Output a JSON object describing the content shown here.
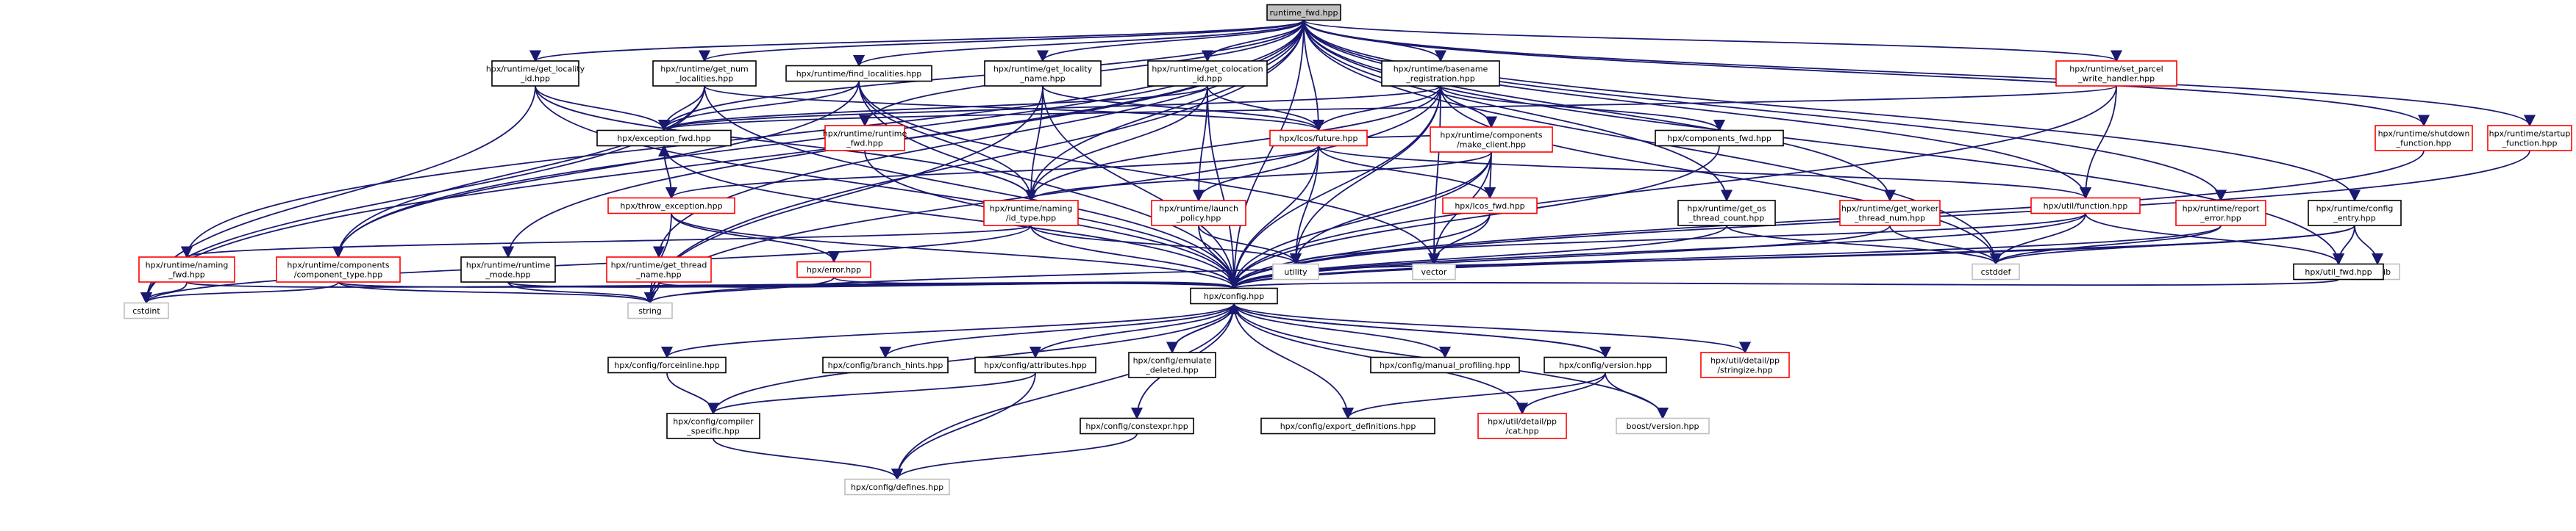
{
  "colors": {
    "edge": "#191970",
    "box_black": "#000000",
    "box_red": "#ff0000",
    "box_gray": "#bfbfbf",
    "root_fill": "#bfbfbf",
    "node_fill": "#ffffff"
  },
  "nodes": [
    {
      "id": "runtime_fwd",
      "lines": [
        "runtime_fwd.hpp"
      ],
      "kind": "root"
    },
    {
      "id": "get_locality_id",
      "lines": [
        "hpx/runtime/get_locality",
        "_id.hpp"
      ],
      "kind": "black"
    },
    {
      "id": "get_num_localities",
      "lines": [
        "hpx/runtime/get_num",
        "_localities.hpp"
      ],
      "kind": "black"
    },
    {
      "id": "find_localities",
      "lines": [
        "hpx/runtime/find_localities.hpp"
      ],
      "kind": "black"
    },
    {
      "id": "get_locality_name",
      "lines": [
        "hpx/runtime/get_locality",
        "_name.hpp"
      ],
      "kind": "black"
    },
    {
      "id": "get_colocation_id",
      "lines": [
        "hpx/runtime/get_colocation",
        "_id.hpp"
      ],
      "kind": "black"
    },
    {
      "id": "basename_registration",
      "lines": [
        "hpx/runtime/basename",
        "_registration.hpp"
      ],
      "kind": "black"
    },
    {
      "id": "set_parcel_write_handler",
      "lines": [
        "hpx/runtime/set_parcel",
        "_write_handler.hpp"
      ],
      "kind": "red"
    },
    {
      "id": "shutdown_function",
      "lines": [
        "hpx/runtime/shutdown",
        "_function.hpp"
      ],
      "kind": "red"
    },
    {
      "id": "startup_function",
      "lines": [
        "hpx/runtime/startup",
        "_function.hpp"
      ],
      "kind": "red"
    },
    {
      "id": "runtime_fwd_hpp",
      "lines": [
        "hpx/runtime/runtime",
        "_fwd.hpp"
      ],
      "kind": "red"
    },
    {
      "id": "make_client",
      "lines": [
        "hpx/runtime/components",
        "/make_client.hpp"
      ],
      "kind": "red"
    },
    {
      "id": "components_fwd",
      "lines": [
        "hpx/components_fwd.hpp"
      ],
      "kind": "black"
    },
    {
      "id": "exception_fwd",
      "lines": [
        "hpx/exception_fwd.hpp"
      ],
      "kind": "black"
    },
    {
      "id": "lcos_future",
      "lines": [
        "hpx/lcos/future.hpp"
      ],
      "kind": "red"
    },
    {
      "id": "throw_exception",
      "lines": [
        "hpx/throw_exception.hpp"
      ],
      "kind": "red"
    },
    {
      "id": "naming_id_type",
      "lines": [
        "hpx/runtime/naming",
        "/id_type.hpp"
      ],
      "kind": "red"
    },
    {
      "id": "launch_policy",
      "lines": [
        "hpx/runtime/launch",
        "_policy.hpp"
      ],
      "kind": "red"
    },
    {
      "id": "lcos_fwd",
      "lines": [
        "hpx/lcos_fwd.hpp"
      ],
      "kind": "red"
    },
    {
      "id": "get_os_thread_count",
      "lines": [
        "hpx/runtime/get_os",
        "_thread_count.hpp"
      ],
      "kind": "black"
    },
    {
      "id": "get_worker_thread_num",
      "lines": [
        "hpx/runtime/get_worker",
        "_thread_num.hpp"
      ],
      "kind": "red"
    },
    {
      "id": "util_function",
      "lines": [
        "hpx/util/function.hpp"
      ],
      "kind": "red"
    },
    {
      "id": "runtime_report_error",
      "lines": [
        "hpx/runtime/report",
        "_error.hpp"
      ],
      "kind": "red"
    },
    {
      "id": "runtime_config_entry",
      "lines": [
        "hpx/runtime/config",
        "_entry.hpp"
      ],
      "kind": "black"
    },
    {
      "id": "naming_fwd",
      "lines": [
        "hpx/runtime/naming",
        "_fwd.hpp"
      ],
      "kind": "red"
    },
    {
      "id": "component_type",
      "lines": [
        "hpx/runtime/components",
        "/component_type.hpp"
      ],
      "kind": "red"
    },
    {
      "id": "runtime_mode",
      "lines": [
        "hpx/runtime/runtime",
        "_mode.hpp"
      ],
      "kind": "black"
    },
    {
      "id": "get_thread_name",
      "lines": [
        "hpx/runtime/get_thread",
        "_name.hpp"
      ],
      "kind": "red"
    },
    {
      "id": "error_hpp",
      "lines": [
        "hpx/error.hpp"
      ],
      "kind": "red"
    },
    {
      "id": "utility",
      "lines": [
        "utility"
      ],
      "kind": "gray"
    },
    {
      "id": "vector",
      "lines": [
        "vector"
      ],
      "kind": "gray"
    },
    {
      "id": "cstddef",
      "lines": [
        "cstddef"
      ],
      "kind": "gray"
    },
    {
      "id": "cstdlib",
      "lines": [
        "cstdlib"
      ],
      "kind": "gray"
    },
    {
      "id": "util_fwd",
      "lines": [
        "hpx/util_fwd.hpp"
      ],
      "kind": "black"
    },
    {
      "id": "cstdint",
      "lines": [
        "cstdint"
      ],
      "kind": "gray"
    },
    {
      "id": "string",
      "lines": [
        "string"
      ],
      "kind": "gray"
    },
    {
      "id": "config",
      "lines": [
        "hpx/config.hpp"
      ],
      "kind": "black"
    },
    {
      "id": "forceinline",
      "lines": [
        "hpx/config/forceinline.hpp"
      ],
      "kind": "black"
    },
    {
      "id": "branch_hints",
      "lines": [
        "hpx/config/branch_hints.hpp"
      ],
      "kind": "black"
    },
    {
      "id": "attributes",
      "lines": [
        "hpx/config/attributes.hpp"
      ],
      "kind": "black"
    },
    {
      "id": "emulate_deleted",
      "lines": [
        "hpx/config/emulate",
        "_deleted.hpp"
      ],
      "kind": "black"
    },
    {
      "id": "manual_profiling",
      "lines": [
        "hpx/config/manual_profiling.hpp"
      ],
      "kind": "black"
    },
    {
      "id": "config_version",
      "lines": [
        "hpx/config/version.hpp"
      ],
      "kind": "black"
    },
    {
      "id": "stringize",
      "lines": [
        "hpx/util/detail/pp",
        "/stringize.hpp"
      ],
      "kind": "red"
    },
    {
      "id": "compiler_specific",
      "lines": [
        "hpx/config/compiler",
        "_specific.hpp"
      ],
      "kind": "black"
    },
    {
      "id": "constexpr",
      "lines": [
        "hpx/config/constexpr.hpp"
      ],
      "kind": "black"
    },
    {
      "id": "export_definitions",
      "lines": [
        "hpx/config/export_definitions.hpp"
      ],
      "kind": "black"
    },
    {
      "id": "cat_hpp",
      "lines": [
        "hpx/util/detail/pp",
        "/cat.hpp"
      ],
      "kind": "red"
    },
    {
      "id": "boost_version",
      "lines": [
        "boost/version.hpp"
      ],
      "kind": "gray"
    },
    {
      "id": "defines",
      "lines": [
        "hpx/config/defines.hpp"
      ],
      "kind": "gray"
    }
  ],
  "edges": [
    [
      "runtime_fwd",
      "get_locality_id"
    ],
    [
      "runtime_fwd",
      "get_num_localities"
    ],
    [
      "runtime_fwd",
      "find_localities"
    ],
    [
      "runtime_fwd",
      "get_locality_name"
    ],
    [
      "runtime_fwd",
      "get_colocation_id"
    ],
    [
      "runtime_fwd",
      "basename_registration"
    ],
    [
      "runtime_fwd",
      "set_parcel_write_handler"
    ],
    [
      "runtime_fwd",
      "shutdown_function"
    ],
    [
      "runtime_fwd",
      "startup_function"
    ],
    [
      "runtime_fwd",
      "runtime_fwd_hpp"
    ],
    [
      "runtime_fwd",
      "exception_fwd"
    ],
    [
      "runtime_fwd",
      "naming_fwd"
    ],
    [
      "runtime_fwd",
      "component_type"
    ],
    [
      "runtime_fwd",
      "runtime_mode"
    ],
    [
      "runtime_fwd",
      "get_thread_name"
    ],
    [
      "runtime_fwd",
      "get_os_thread_count"
    ],
    [
      "runtime_fwd",
      "get_worker_thread_num"
    ],
    [
      "runtime_fwd",
      "util_function"
    ],
    [
      "runtime_fwd",
      "runtime_report_error"
    ],
    [
      "runtime_fwd",
      "runtime_config_entry"
    ],
    [
      "runtime_fwd",
      "cstdint"
    ],
    [
      "runtime_fwd",
      "string"
    ],
    [
      "runtime_fwd",
      "cstddef"
    ],
    [
      "runtime_fwd",
      "util_fwd"
    ],
    [
      "runtime_fwd",
      "config"
    ],
    [
      "runtime_fwd",
      "naming_id_type"
    ],
    [
      "runtime_fwd",
      "lcos_future"
    ],
    [
      "get_locality_id",
      "exception_fwd"
    ],
    [
      "get_locality_id",
      "naming_id_type"
    ],
    [
      "get_locality_id",
      "cstdint"
    ],
    [
      "get_locality_id",
      "config"
    ],
    [
      "get_num_localities",
      "exception_fwd"
    ],
    [
      "get_num_localities",
      "lcos_future"
    ],
    [
      "get_num_localities",
      "component_type"
    ],
    [
      "get_num_localities",
      "config"
    ],
    [
      "get_num_localities",
      "cstdint"
    ],
    [
      "find_localities",
      "exception_fwd"
    ],
    [
      "find_localities",
      "naming_id_type"
    ],
    [
      "find_localities",
      "component_type"
    ],
    [
      "find_localities",
      "config"
    ],
    [
      "find_localities",
      "vector"
    ],
    [
      "get_locality_name",
      "lcos_future"
    ],
    [
      "get_locality_name",
      "naming_id_type"
    ],
    [
      "get_locality_name",
      "string"
    ],
    [
      "get_locality_name",
      "config"
    ],
    [
      "get_colocation_id",
      "lcos_future"
    ],
    [
      "get_colocation_id",
      "naming_id_type"
    ],
    [
      "get_colocation_id",
      "launch_policy"
    ],
    [
      "get_colocation_id",
      "config"
    ],
    [
      "get_colocation_id",
      "exception_fwd"
    ],
    [
      "basename_registration",
      "make_client"
    ],
    [
      "basename_registration",
      "components_fwd"
    ],
    [
      "basename_registration",
      "lcos_future"
    ],
    [
      "basename_registration",
      "naming_id_type"
    ],
    [
      "basename_registration",
      "config"
    ],
    [
      "basename_registration",
      "string"
    ],
    [
      "basename_registration",
      "utility"
    ],
    [
      "basename_registration",
      "vector"
    ],
    [
      "basename_registration",
      "cstddef"
    ],
    [
      "basename_registration",
      "exception_fwd"
    ],
    [
      "set_parcel_write_handler",
      "util_function"
    ],
    [
      "set_parcel_write_handler",
      "config"
    ],
    [
      "set_parcel_write_handler",
      "exception_fwd"
    ],
    [
      "shutdown_function",
      "config"
    ],
    [
      "startup_function",
      "config"
    ],
    [
      "runtime_fwd_hpp",
      "config"
    ],
    [
      "make_client",
      "lcos_future"
    ],
    [
      "make_client",
      "naming_id_type"
    ],
    [
      "make_client",
      "lcos_fwd"
    ],
    [
      "make_client",
      "utility"
    ],
    [
      "make_client",
      "vector"
    ],
    [
      "make_client",
      "config"
    ],
    [
      "components_fwd",
      "config"
    ],
    [
      "exception_fwd",
      "throw_exception"
    ],
    [
      "exception_fwd",
      "config"
    ],
    [
      "lcos_future",
      "lcos_fwd"
    ],
    [
      "lcos_future",
      "launch_policy"
    ],
    [
      "lcos_future",
      "throw_exception"
    ],
    [
      "lcos_future",
      "util_function"
    ],
    [
      "lcos_future",
      "utility"
    ],
    [
      "lcos_future",
      "config"
    ],
    [
      "throw_exception",
      "exception_fwd"
    ],
    [
      "throw_exception",
      "error_hpp"
    ],
    [
      "throw_exception",
      "string"
    ],
    [
      "throw_exception",
      "config"
    ],
    [
      "naming_id_type",
      "naming_fwd"
    ],
    [
      "naming_id_type",
      "utility"
    ],
    [
      "naming_id_type",
      "config"
    ],
    [
      "naming_id_type",
      "cstdint"
    ],
    [
      "launch_policy",
      "utility"
    ],
    [
      "launch_policy",
      "config"
    ],
    [
      "lcos_fwd",
      "vector"
    ],
    [
      "lcos_fwd",
      "config"
    ],
    [
      "get_os_thread_count",
      "cstddef"
    ],
    [
      "get_os_thread_count",
      "config"
    ],
    [
      "get_worker_thread_num",
      "cstddef"
    ],
    [
      "get_worker_thread_num",
      "config"
    ],
    [
      "util_function",
      "cstddef"
    ],
    [
      "util_function",
      "utility"
    ],
    [
      "util_function",
      "util_fwd"
    ],
    [
      "util_function",
      "config"
    ],
    [
      "runtime_report_error",
      "cstddef"
    ],
    [
      "runtime_report_error",
      "config"
    ],
    [
      "runtime_config_entry",
      "cstddef"
    ],
    [
      "runtime_config_entry",
      "cstdlib"
    ],
    [
      "runtime_config_entry",
      "string"
    ],
    [
      "runtime_config_entry",
      "util_fwd"
    ],
    [
      "runtime_config_entry",
      "config"
    ],
    [
      "naming_fwd",
      "cstdint"
    ],
    [
      "naming_fwd",
      "config"
    ],
    [
      "component_type",
      "cstdint"
    ],
    [
      "component_type",
      "string"
    ],
    [
      "component_type",
      "config"
    ],
    [
      "runtime_mode",
      "string"
    ],
    [
      "runtime_mode",
      "config"
    ],
    [
      "get_thread_name",
      "string"
    ],
    [
      "get_thread_name",
      "config"
    ],
    [
      "error_hpp",
      "string"
    ],
    [
      "error_hpp",
      "config"
    ],
    [
      "util_fwd",
      "config"
    ],
    [
      "config",
      "forceinline"
    ],
    [
      "config",
      "branch_hints"
    ],
    [
      "config",
      "attributes"
    ],
    [
      "config",
      "emulate_deleted"
    ],
    [
      "config",
      "manual_profiling"
    ],
    [
      "config",
      "config_version"
    ],
    [
      "config",
      "stringize"
    ],
    [
      "config",
      "compiler_specific"
    ],
    [
      "config",
      "constexpr"
    ],
    [
      "config",
      "export_definitions"
    ],
    [
      "config",
      "cat_hpp"
    ],
    [
      "config",
      "boost_version"
    ],
    [
      "config",
      "defines"
    ],
    [
      "forceinline",
      "compiler_specific"
    ],
    [
      "attributes",
      "compiler_specific"
    ],
    [
      "attributes",
      "defines"
    ],
    [
      "emulate_deleted",
      "config"
    ],
    [
      "config_version",
      "config"
    ],
    [
      "config_version",
      "export_definitions"
    ],
    [
      "config_version",
      "cat_hpp"
    ],
    [
      "config_version",
      "boost_version"
    ],
    [
      "compiler_specific",
      "defines"
    ],
    [
      "constexpr",
      "defines"
    ]
  ]
}
